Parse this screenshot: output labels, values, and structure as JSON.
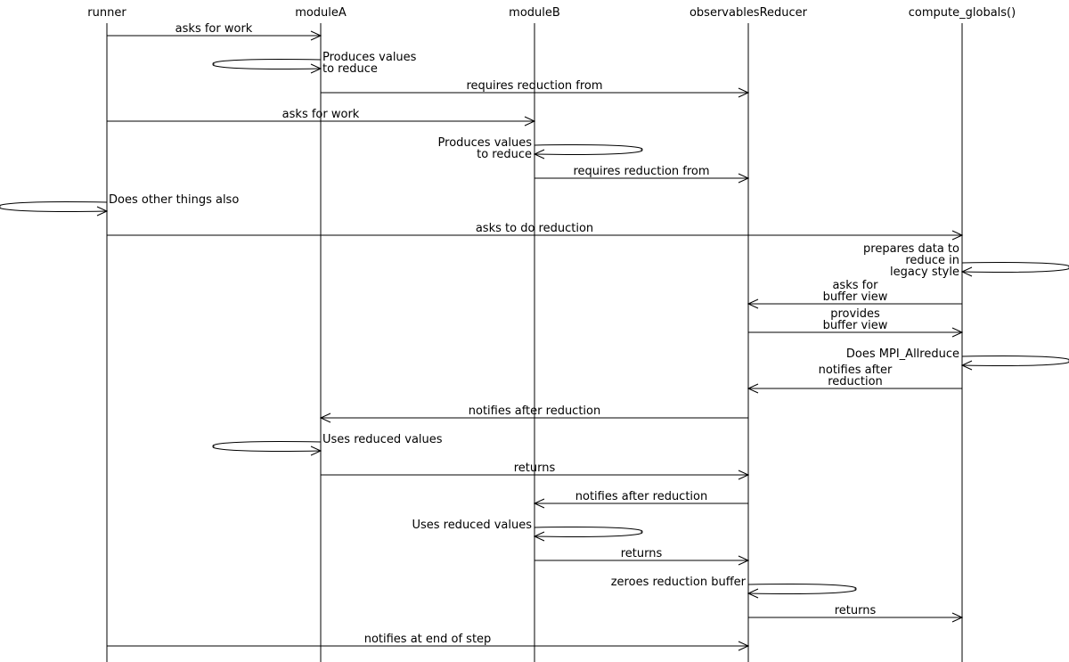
{
  "participants": [
    {
      "id": "runner",
      "label": "runner"
    },
    {
      "id": "moduleA",
      "label": "moduleA"
    },
    {
      "id": "moduleB",
      "label": "moduleB"
    },
    {
      "id": "observablesReducer",
      "label": "observablesReducer"
    },
    {
      "id": "compute_globals",
      "label": "compute_globals()"
    }
  ],
  "messages": [
    {
      "from": "runner",
      "to": "moduleA",
      "lines": [
        "asks for work"
      ]
    },
    {
      "from": "moduleA",
      "to": "moduleA",
      "lines": [
        "Produces values",
        "to reduce"
      ]
    },
    {
      "from": "moduleA",
      "to": "observablesReducer",
      "lines": [
        "requires reduction from"
      ]
    },
    {
      "from": "runner",
      "to": "moduleB",
      "lines": [
        "asks for work"
      ]
    },
    {
      "from": "moduleB",
      "to": "moduleB",
      "lines": [
        "Produces values",
        "to reduce"
      ]
    },
    {
      "from": "moduleB",
      "to": "observablesReducer",
      "lines": [
        "requires reduction from"
      ]
    },
    {
      "from": "runner",
      "to": "runner",
      "lines": [
        "Does other things also"
      ]
    },
    {
      "from": "runner",
      "to": "compute_globals",
      "lines": [
        "asks to do reduction"
      ]
    },
    {
      "from": "compute_globals",
      "to": "compute_globals",
      "lines": [
        "prepares data to",
        "reduce in",
        "legacy style"
      ]
    },
    {
      "from": "compute_globals",
      "to": "observablesReducer",
      "lines": [
        "asks for",
        "buffer view"
      ]
    },
    {
      "from": "observablesReducer",
      "to": "compute_globals",
      "lines": [
        "provides",
        "buffer view"
      ]
    },
    {
      "from": "compute_globals",
      "to": "compute_globals",
      "lines": [
        "Does MPI_Allreduce"
      ]
    },
    {
      "from": "compute_globals",
      "to": "observablesReducer",
      "lines": [
        "notifies after",
        "reduction"
      ]
    },
    {
      "from": "observablesReducer",
      "to": "moduleA",
      "lines": [
        "notifies after reduction"
      ]
    },
    {
      "from": "moduleA",
      "to": "moduleA",
      "lines": [
        "Uses reduced values"
      ]
    },
    {
      "from": "moduleA",
      "to": "observablesReducer",
      "lines": [
        "returns"
      ]
    },
    {
      "from": "observablesReducer",
      "to": "moduleB",
      "lines": [
        "notifies after reduction"
      ]
    },
    {
      "from": "moduleB",
      "to": "moduleB",
      "lines": [
        "Uses reduced values"
      ]
    },
    {
      "from": "moduleB",
      "to": "observablesReducer",
      "lines": [
        "returns"
      ]
    },
    {
      "from": "observablesReducer",
      "to": "observablesReducer",
      "lines": [
        "zeroes reduction buffer"
      ]
    },
    {
      "from": "observablesReducer",
      "to": "compute_globals",
      "lines": [
        "returns"
      ]
    },
    {
      "from": "runner",
      "to": "observablesReducer",
      "lines": [
        "notifies at end of step"
      ]
    }
  ]
}
